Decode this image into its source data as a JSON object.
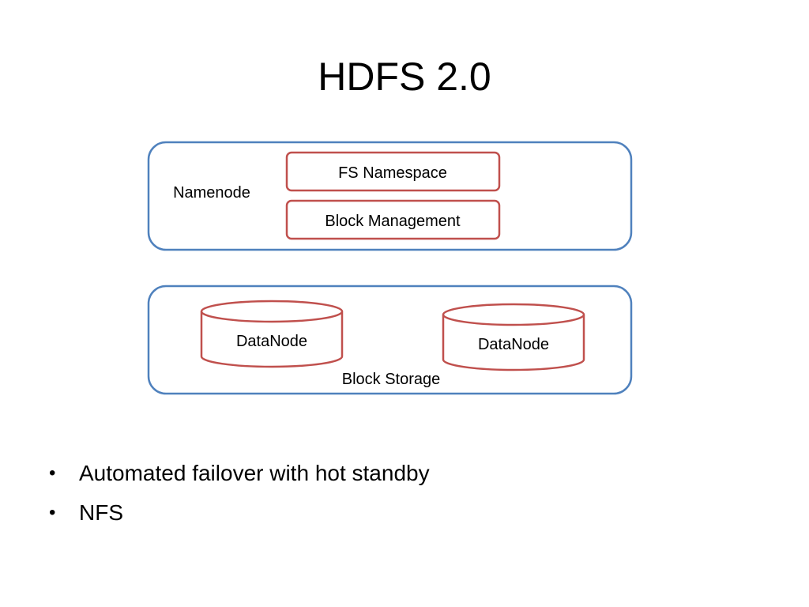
{
  "slide": {
    "title": "HDFS 2.0"
  },
  "diagram": {
    "namenode_box": {
      "label": "Namenode",
      "components": [
        "FS Namespace",
        "Block Management"
      ]
    },
    "storage_box": {
      "label": "Block Storage",
      "datanodes": [
        "DataNode",
        "DataNode"
      ]
    },
    "colors": {
      "outer_border": "#4f81bd",
      "inner_border": "#c0504d"
    }
  },
  "bullets": [
    "Automated failover with hot standby",
    "NFS"
  ]
}
